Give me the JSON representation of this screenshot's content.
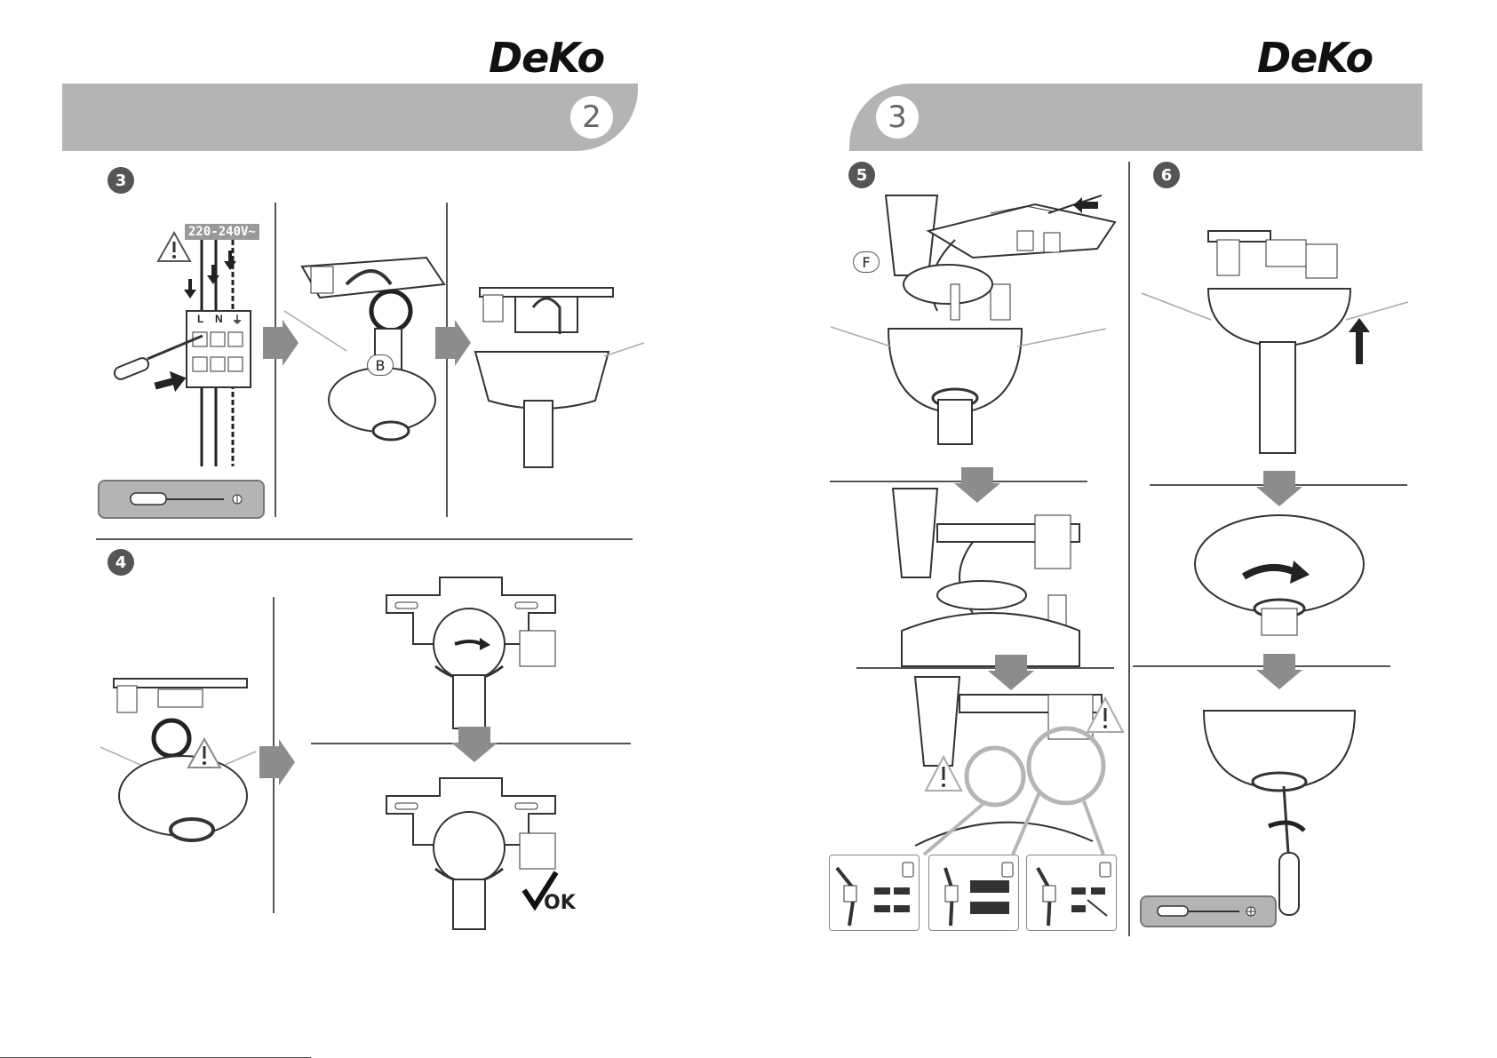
{
  "brand": {
    "name": "DeKo"
  },
  "pages": [
    {
      "number": "2"
    },
    {
      "number": "3"
    }
  ],
  "steps": {
    "s3": {
      "label": "3",
      "voltage": "220-240V~",
      "terminals": [
        "L",
        "N",
        "⏚"
      ],
      "part": "B"
    },
    "s4": {
      "label": "4",
      "ok": "OK"
    },
    "s5": {
      "label": "5",
      "part": "F"
    },
    "s6": {
      "label": "6"
    }
  },
  "icons": [
    "warning-triangle-icon",
    "screwdriver-icon",
    "arrow-right-icon",
    "arrow-down-icon",
    "checkmark-icon",
    "rotate-arrow-icon"
  ],
  "colors": {
    "band": "#b4b4b4",
    "arrow": "#8c8c8c",
    "line": "#555555"
  }
}
